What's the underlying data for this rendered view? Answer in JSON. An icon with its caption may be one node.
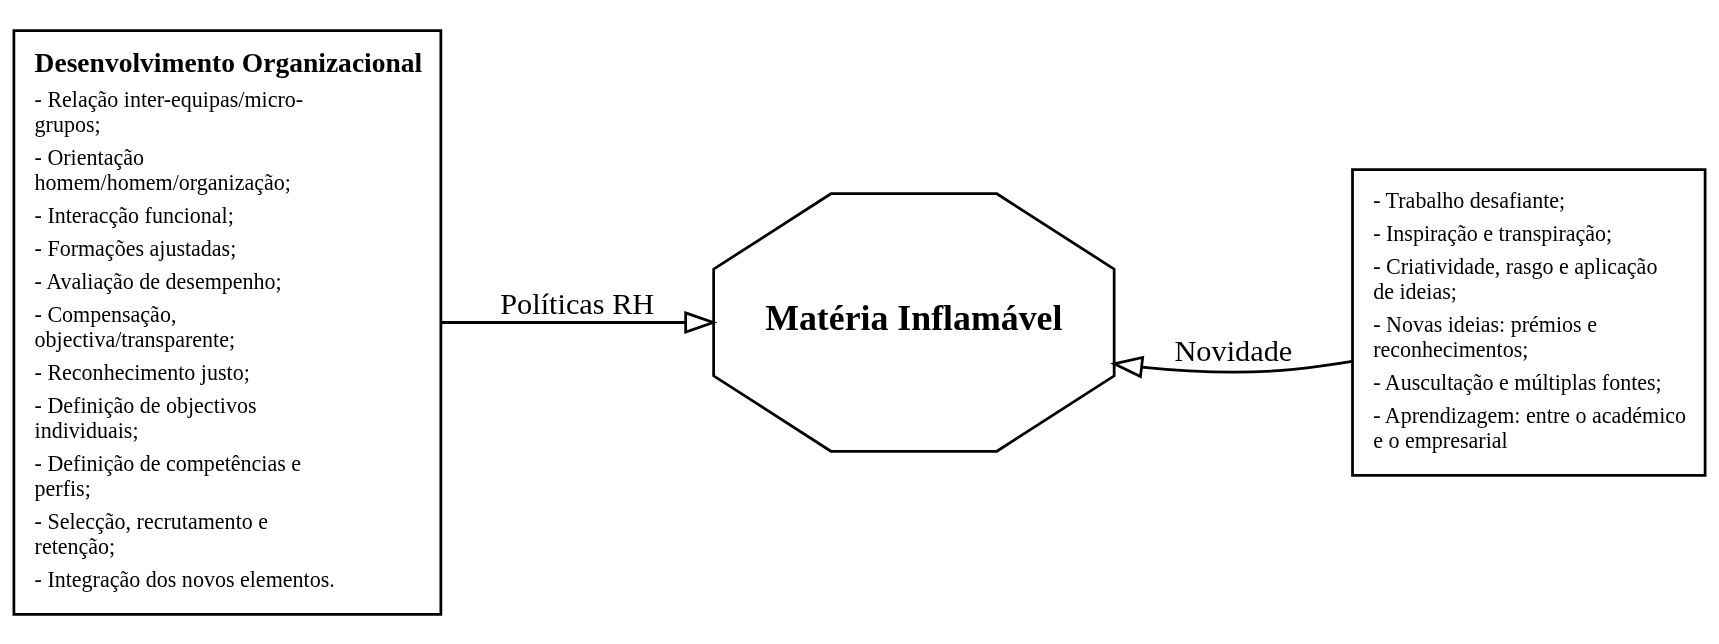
{
  "diagram": {
    "nodes": [
      {
        "text": [
          "Desenvolvimento Organizacional",
          "- Relação inter-equipas/micro-grupos;",
          "- Orientação homem/homem/organização;",
          "- Interacção funcional;",
          "- Formações ajustadas;",
          "- Avaliação de desempenho;",
          "- Compensação, objectiva/transparente;",
          "- Reconhecimento justo;",
          "- Definição de objectivos individuais;",
          "- Definição de competências e perfis;",
          "- Selecção, recrutamento e retenção;",
          "- Integração dos novos elementos."
        ]
      },
      {
        "text": [
          "Matéria Inflamável"
        ]
      },
      {
        "text": [
          "- Trabalho desafiante;",
          "- Inspiração e transpiração;",
          "- Criatividade, rasgo e aplicação de ideias;",
          "- Novas ideias: prémios e reconhecimentos;",
          "- Auscultação e múltiplas fontes;",
          "- Aprendizagem: entre o académico e o empresarial"
        ]
      }
    ],
    "edges": [
      {
        "from": 0,
        "to": 1,
        "arrow": "to",
        "label": "Políticas RH"
      },
      {
        "from": 2,
        "to": 1,
        "arrow": "to",
        "label": "Novidade"
      }
    ]
  }
}
